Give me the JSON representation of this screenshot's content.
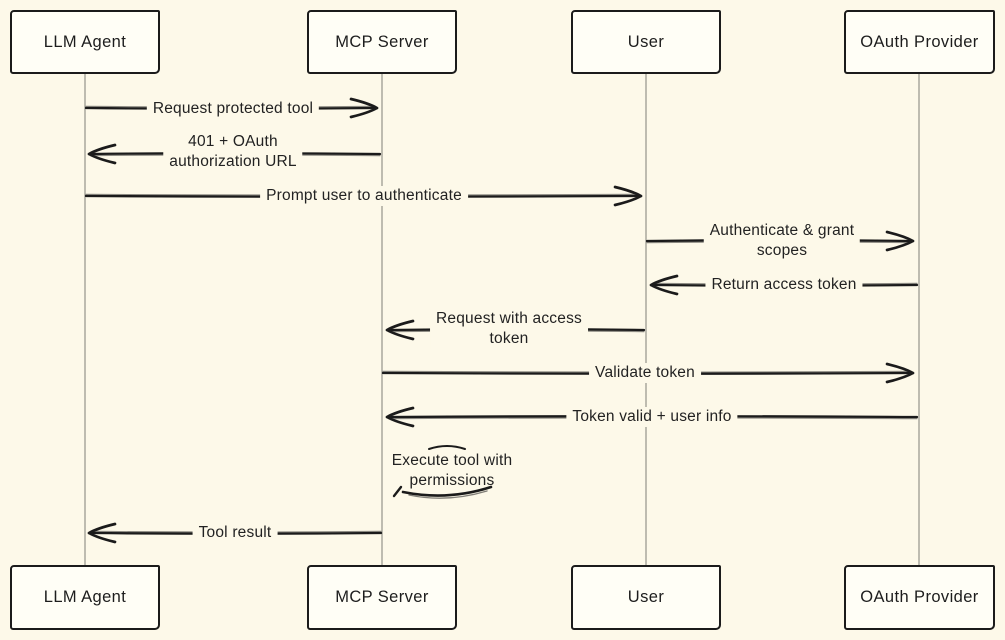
{
  "colors": {
    "background": "#fdf9e9",
    "box_fill": "#fffef6",
    "stroke": "#1b1b1b",
    "lifeline": "#aaa89e"
  },
  "diagram": {
    "type": "sequence",
    "actors": [
      {
        "label": "LLM Agent"
      },
      {
        "label": "MCP Server"
      },
      {
        "label": "User"
      },
      {
        "label": "OAuth Provider"
      }
    ],
    "messages": [
      {
        "from": "LLM Agent",
        "to": "MCP Server",
        "lines": [
          "Request protected tool"
        ]
      },
      {
        "from": "MCP Server",
        "to": "LLM Agent",
        "lines": [
          "401 + OAuth",
          "authorization URL"
        ]
      },
      {
        "from": "LLM Agent",
        "to": "User",
        "lines": [
          "Prompt user to authenticate"
        ]
      },
      {
        "from": "User",
        "to": "OAuth Provider",
        "lines": [
          "Authenticate & grant",
          "scopes"
        ]
      },
      {
        "from": "OAuth Provider",
        "to": "User",
        "lines": [
          "Return access token"
        ]
      },
      {
        "from": "User",
        "to": "MCP Server",
        "lines": [
          "Request with access",
          "token"
        ]
      },
      {
        "from": "MCP Server",
        "to": "OAuth Provider",
        "lines": [
          "Validate token"
        ]
      },
      {
        "from": "OAuth Provider",
        "to": "MCP Server",
        "lines": [
          "Token valid + user info"
        ]
      },
      {
        "from": "MCP Server",
        "to": "MCP Server",
        "kind": "self-note",
        "lines": [
          "Execute tool with",
          "permissions"
        ]
      },
      {
        "from": "MCP Server",
        "to": "LLM Agent",
        "lines": [
          "Tool result"
        ]
      }
    ]
  }
}
